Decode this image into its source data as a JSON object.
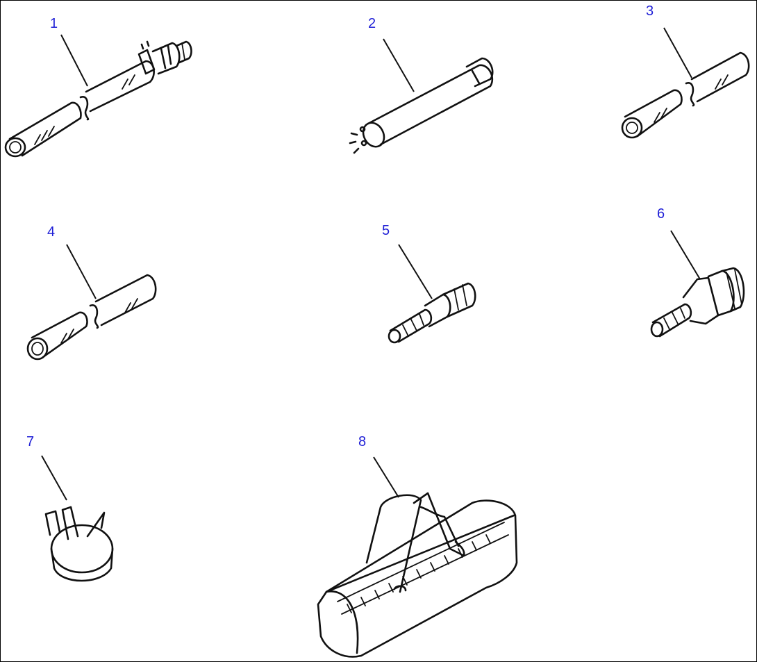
{
  "diagram": {
    "callout_color": "#1f1fd6",
    "parts": [
      {
        "label": "1",
        "icon": "hose-with-fitting-icon"
      },
      {
        "label": "2",
        "icon": "cylinder-tube-icon"
      },
      {
        "label": "3",
        "icon": "short-hose-icon"
      },
      {
        "label": "4",
        "icon": "hose-icon"
      },
      {
        "label": "5",
        "icon": "barbed-adapter-icon"
      },
      {
        "label": "6",
        "icon": "quick-coupler-icon"
      },
      {
        "label": "7",
        "icon": "hose-clamp-icon"
      },
      {
        "label": "8",
        "icon": "tool-bag-icon"
      }
    ]
  }
}
